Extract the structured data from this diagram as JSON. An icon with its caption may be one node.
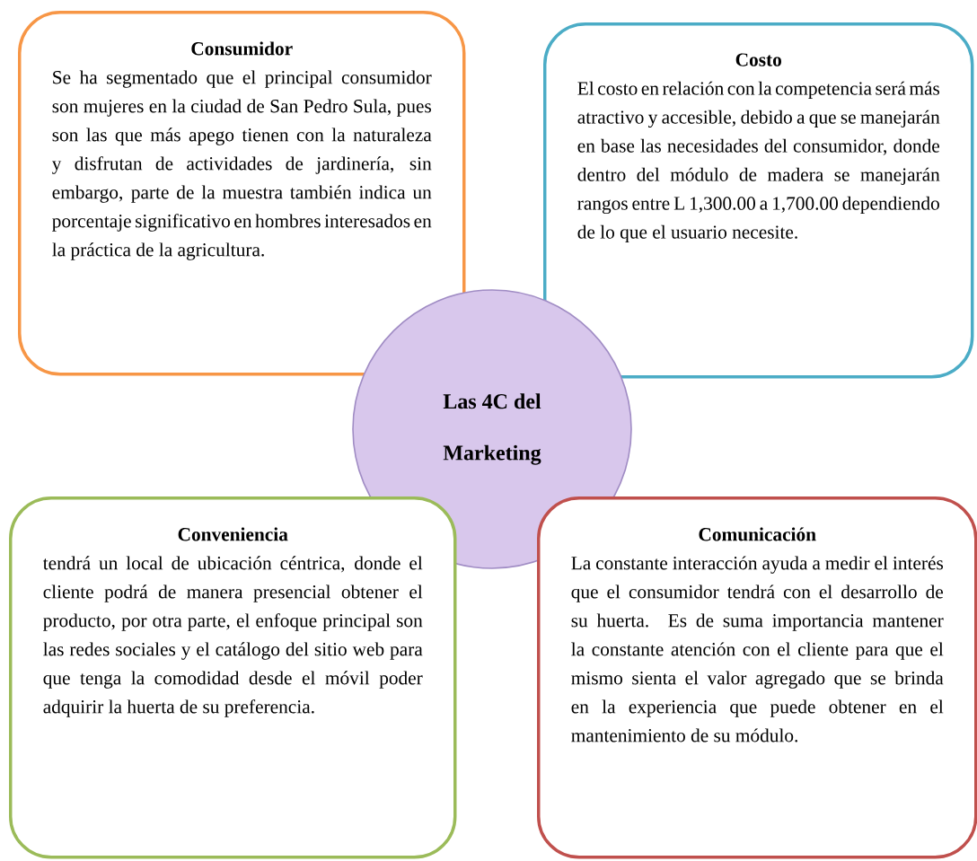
{
  "diagram": {
    "nodes": [
      {
        "text": [
          "Consumidor",
          "Se ha segmentado que el principal consumidor son mujeres en la ciudad de San Pedro Sula, pues son las que más apego tienen con la naturaleza y disfrutan de actividades de jardinería, sin embargo, parte de la muestra también indica un porcentaje significativo en hombres interesados en la práctica de la agricultura."
        ]
      },
      {
        "text": [
          "Costo",
          "El costo en relación con la competencia será más atractivo y accesible, debido a que se manejarán en base las necesidades del consumidor, donde dentro del módulo de madera se manejarán rangos entre L 1,300.00 a 1,700.00 dependiendo de lo que el usuario necesite."
        ]
      },
      {
        "text": [
          "Las 4C del Marketing"
        ]
      },
      {
        "text": [
          "Conveniencia",
          "tendrá un local de ubicación céntrica, donde el cliente podrá de manera presencial obtener el producto, por otra parte, el enfoque principal son las redes sociales y el catálogo del sitio web para que tenga la comodidad desde el móvil poder adquirir la huerta de su preferencia."
        ]
      },
      {
        "text": [
          "Comunicación",
          "La constante interacción ayuda a medir el interés que el consumidor tendrá con el desarrollo de su huerta. Es de suma importancia mantener la constante atención con el cliente para que el mismo sienta el valor agregado que se brinda en la experiencia que puede obtener en el mantenimiento de su módulo."
        ]
      }
    ]
  }
}
